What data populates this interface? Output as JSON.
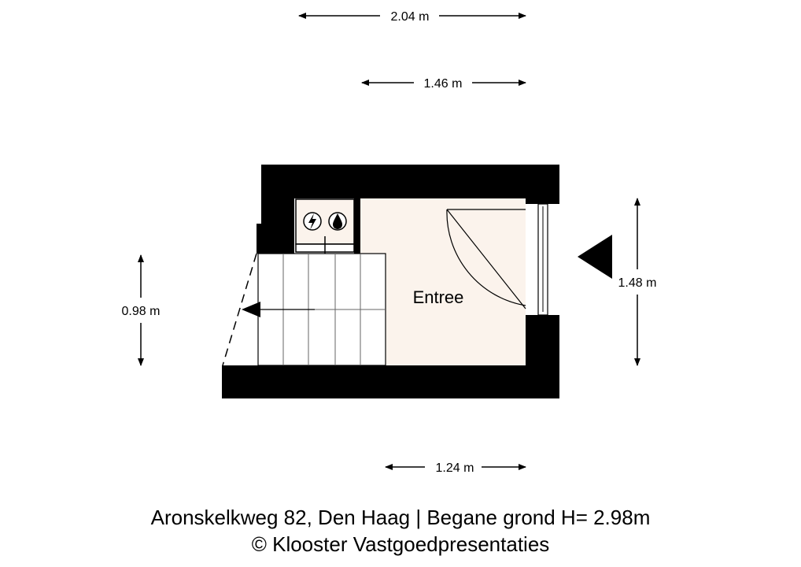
{
  "dimensions": {
    "top_width": "2.04 m",
    "inner_width": "1.46 m",
    "left_height": "0.98 m",
    "right_height": "1.48 m",
    "bottom_width": "1.24 m"
  },
  "rooms": {
    "entrance": "Entree"
  },
  "caption": {
    "line1": "Aronskelkweg 82, Den Haag | Begane grond H= 2.98m",
    "line2": "© Klooster Vastgoedpresentaties"
  },
  "colors": {
    "wall": "#000000",
    "floor": "#fbf3ec",
    "stairs": "#ffffff"
  },
  "icons": {
    "meter_left": "lightning-icon",
    "meter_right": "water-drop-icon",
    "entry": "entry-arrow-icon"
  }
}
